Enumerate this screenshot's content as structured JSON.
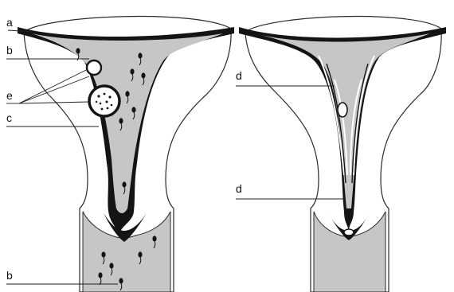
{
  "labels": {
    "a": "a",
    "b_upper": "b",
    "e": "e",
    "c": "c",
    "b_lower": "b",
    "d_upper": "d",
    "d_lower": "d"
  },
  "colors": {
    "fill": "#c4c6c7",
    "wall": "#141414",
    "outline": "#2a2a2a",
    "background": "#ffffff"
  }
}
